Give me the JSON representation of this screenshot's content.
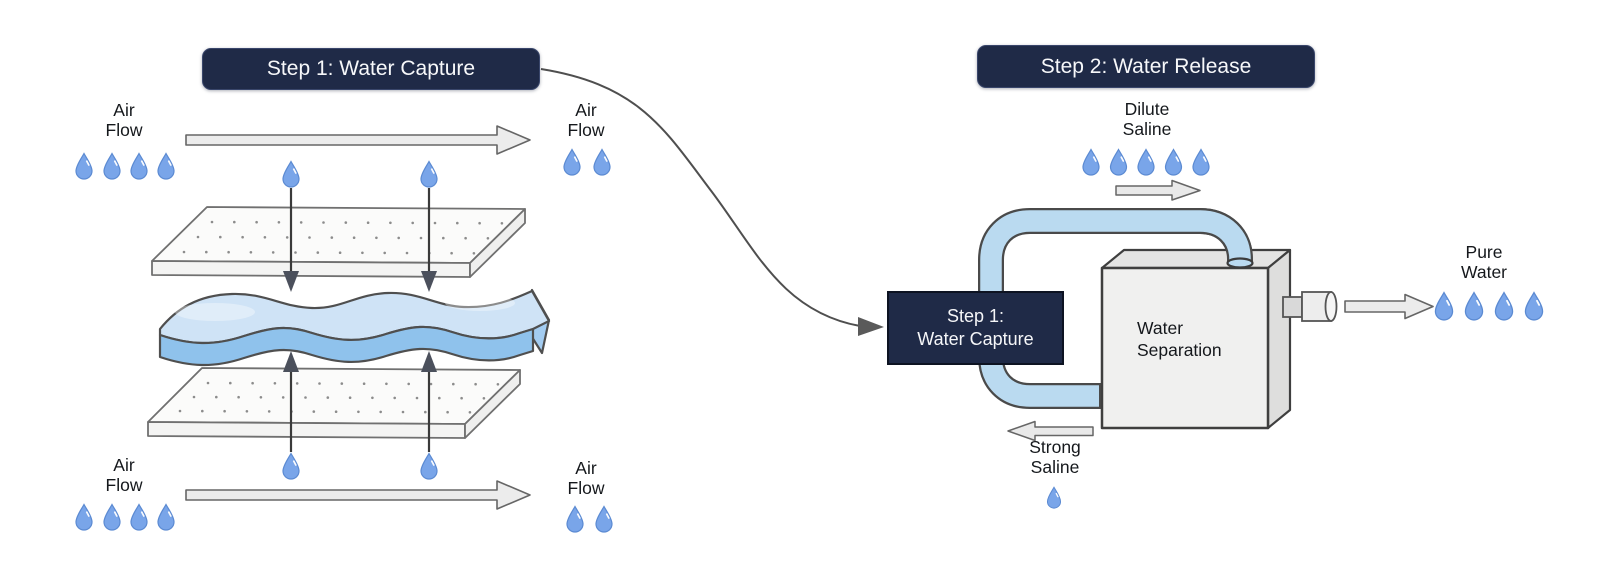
{
  "left_panel": {
    "title": "Step 1: Water Capture",
    "airflow_top_left": "Air\nFlow",
    "airflow_top_right": "Air\nFlow",
    "airflow_bottom_left": "Air\nFlow",
    "airflow_bottom_right": "Air\nFlow"
  },
  "right_panel": {
    "title": "Step 2: Water Release",
    "dilute_saline_label": "Dilute\nSaline",
    "strong_saline_label": "Strong\nSaline",
    "pure_water_label": "Pure\nWater",
    "capture_box_label": "Step 1:\nWater Capture",
    "separation_box_label": "Water\nSeparation"
  },
  "colors": {
    "navy_box": "#1f2a47",
    "droplet_fill": "#79a5e9",
    "droplet_stroke": "#5b8ad2",
    "tube_fill": "#badaf0",
    "membrane_top": "#cfe3f6",
    "membrane_front": "#8fc2ec",
    "flow_arrow_fill": "#ececec",
    "outline": "#4f4f4f"
  },
  "icons": {
    "droplet": "water-droplet-icon",
    "flow_arrow": "flow-arrow-icon"
  }
}
